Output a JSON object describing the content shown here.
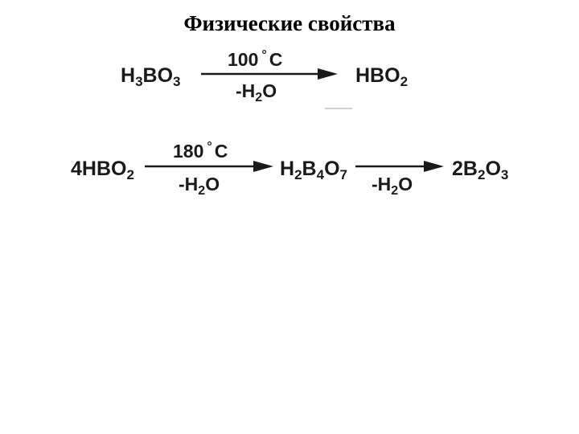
{
  "title": "Физические свойства",
  "reaction1": {
    "reactant": {
      "a": "H",
      "a_sub": "3",
      "b": "BO",
      "b_sub": "3"
    },
    "condition_top": {
      "value": "100",
      "degree": "°",
      "unit": "C"
    },
    "condition_bottom": {
      "pre": "-H",
      "sub": "2",
      "post": "O"
    },
    "product": {
      "a": "HBO",
      "a_sub": "2"
    }
  },
  "reaction2": {
    "reactant": {
      "coef": "4",
      "a": "HBO",
      "a_sub": "2"
    },
    "condition_top": {
      "value": "180",
      "degree": "°",
      "unit": "C"
    },
    "condition_bottom": {
      "pre": "-H",
      "sub": "2",
      "post": "O"
    },
    "intermediate": {
      "a": "H",
      "a_sub": "2",
      "b": "B",
      "b_sub": "4",
      "c": "O",
      "c_sub": "7"
    },
    "condition2_bottom": {
      "pre": "-H",
      "sub": "2",
      "post": "O"
    },
    "product": {
      "coef": "2",
      "a": "B",
      "a_sub": "2",
      "b": "O",
      "b_sub": "3"
    }
  }
}
